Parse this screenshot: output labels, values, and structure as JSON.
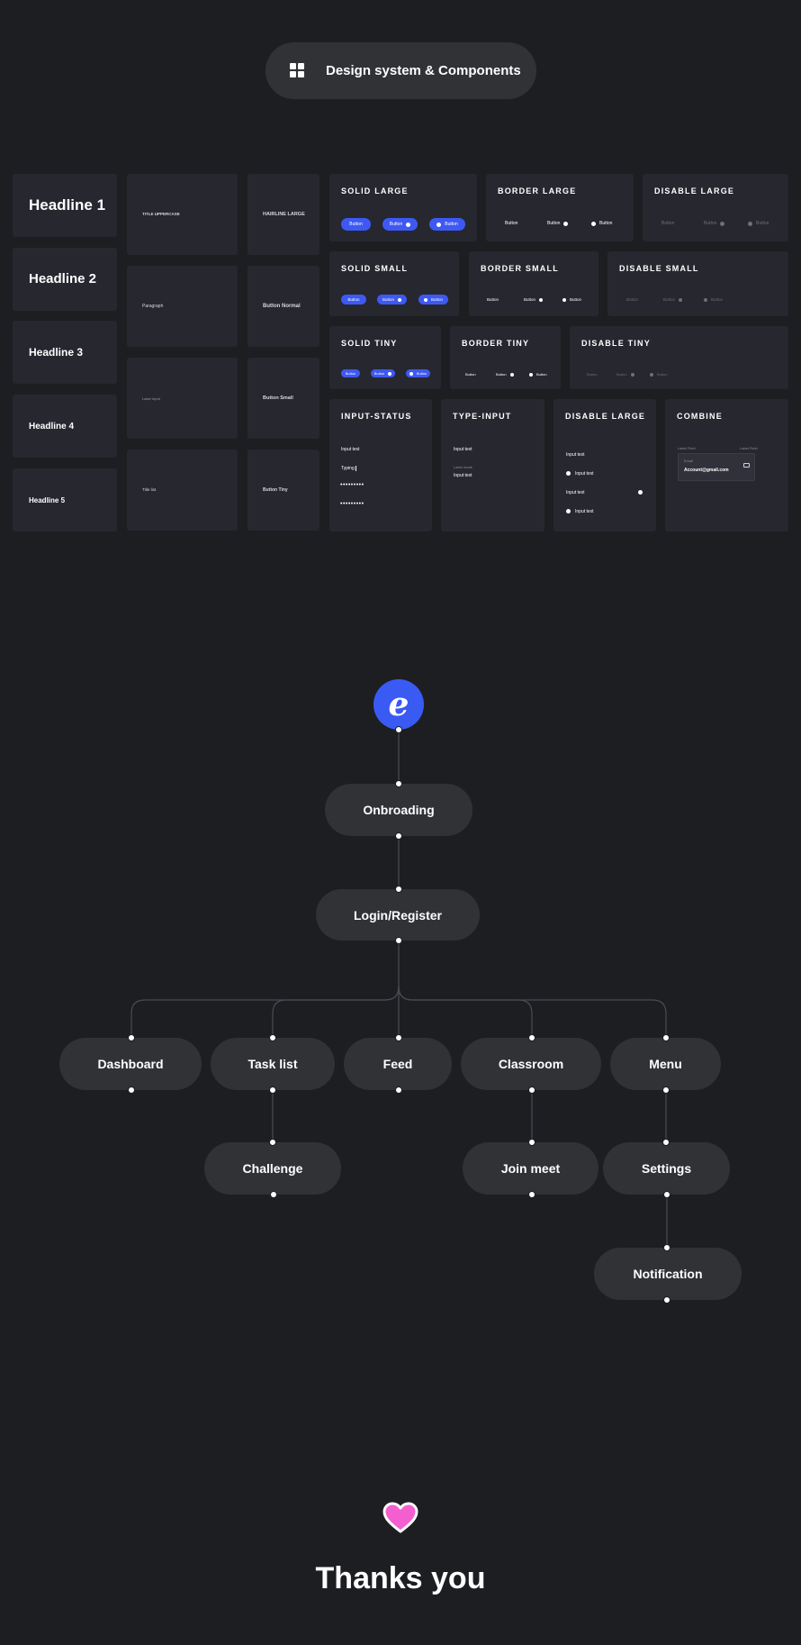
{
  "header": {
    "title": "Design system & Components",
    "icon": "grid-icon"
  },
  "typography": {
    "headlines": [
      "Headline 1",
      "Headline 2",
      "Headline 3",
      "Headline 4",
      "Headline 5"
    ],
    "styles_col1": [
      "TITLE UPPERCASE",
      "Paragraph",
      "Label Input",
      "Title list"
    ],
    "styles_col2": [
      "HAIRLINE LARGE",
      "Button Normal",
      "Button Small",
      "Button Tiny"
    ]
  },
  "buttons": {
    "label": "Button",
    "solid_large": "SOLID LARGE",
    "border_large": "BORDER LARGE",
    "disable_large": "DISABLE LARGE",
    "solid_small": "SOLID SMALL",
    "border_small": "BORDER SMALL",
    "disable_small": "DISABLE SMALL",
    "solid_tiny": "SOLID TINY",
    "border_tiny": "BORDER TINY",
    "disable_tiny": "DISABLE TINY"
  },
  "inputs": {
    "input_status": {
      "title": "INPUT-STATUS",
      "input_text": "Input text",
      "typing": "Typing",
      "password1": "•••••••••",
      "password2": "•••••••••"
    },
    "type_input": {
      "title": "TYPE-INPUT",
      "input_text": "Input text",
      "label_mode": "Label mode",
      "input_text2": "Input text"
    },
    "disable_large": {
      "title": "DISABLE LARGE",
      "items": [
        "Input text",
        "Input text",
        "Input text",
        "Input text"
      ]
    },
    "combine": {
      "title": "COMBINE",
      "label_left": "Label Field",
      "label_right": "Label Field",
      "field_label": "Email",
      "field_value": "Account@gmail.com"
    }
  },
  "flow": {
    "logo_letter": "e",
    "nodes": {
      "onboarding": "Onbroading",
      "login": "Login/Register",
      "dashboard": "Dashboard",
      "tasklist": "Task list",
      "feed": "Feed",
      "classroom": "Classroom",
      "menu": "Menu",
      "challenge": "Challenge",
      "joinmeet": "Join meet",
      "settings": "Settings",
      "notification": "Notification"
    }
  },
  "footer": {
    "heart_icon": "heart-icon",
    "thanks": "Thanks you"
  },
  "colors": {
    "background": "#1d1e22",
    "card": "#26272f",
    "node": "#313236",
    "accent": "#3e59f3",
    "heart": "#f45fd0"
  }
}
